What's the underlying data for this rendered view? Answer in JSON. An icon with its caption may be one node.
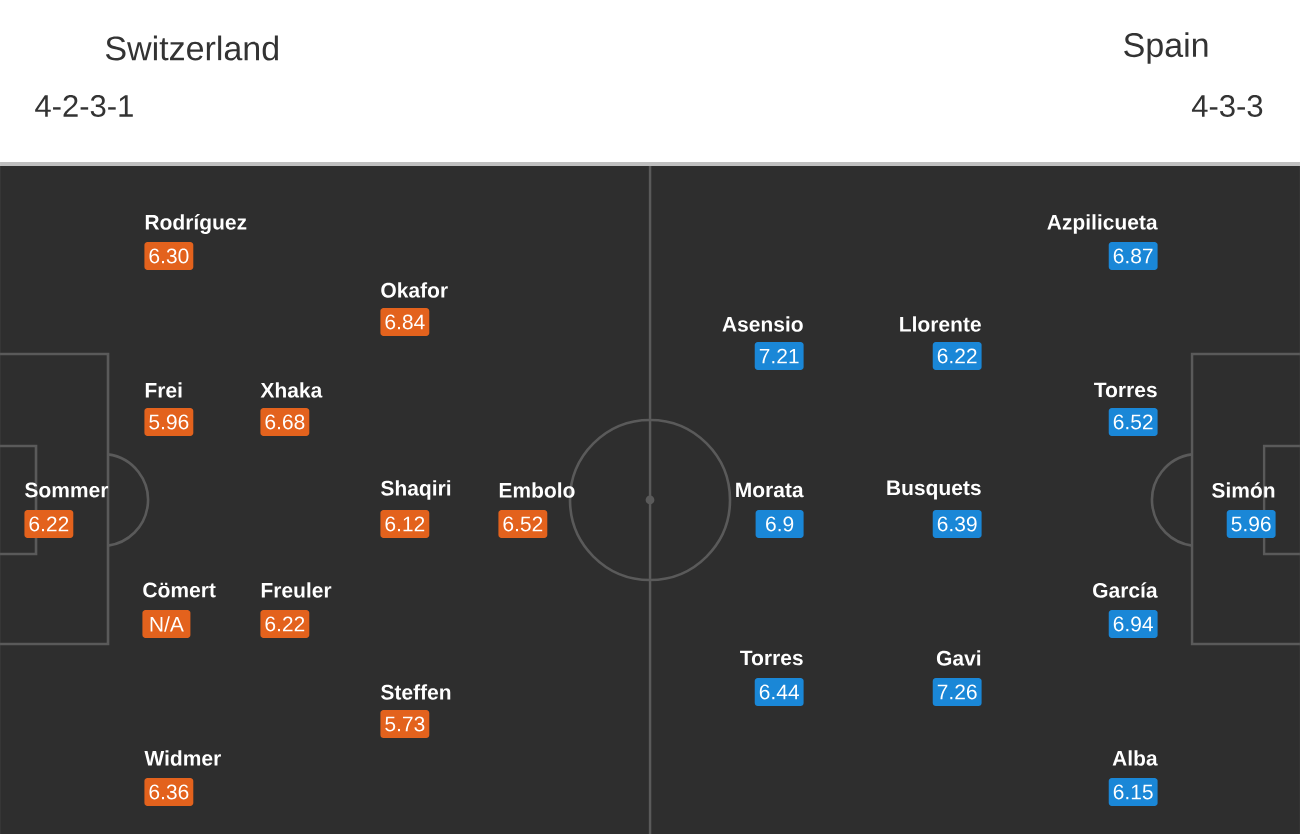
{
  "diagram": {
    "nodes": [
      {
        "text": [
          "Rodríguez",
          "6.30"
        ]
      },
      {
        "text": [
          "Okafor",
          "6.84"
        ]
      },
      {
        "text": [
          "Frei",
          "5.96"
        ]
      },
      {
        "text": [
          "Xhaka",
          "6.68"
        ]
      },
      {
        "text": [
          "Sommer",
          "6.22"
        ]
      },
      {
        "text": [
          "Shaqiri",
          "6.12"
        ]
      },
      {
        "text": [
          "Embolo",
          "6.52"
        ]
      },
      {
        "text": [
          "Cömert",
          "N/A"
        ]
      },
      {
        "text": [
          "Freuler",
          "6.22"
        ]
      },
      {
        "text": [
          "Steffen",
          "5.73"
        ]
      },
      {
        "text": [
          "Widmer",
          "6.36"
        ]
      },
      {
        "text": [
          "Azpilicueta",
          "6.87"
        ]
      },
      {
        "text": [
          "Asensio",
          "7.21"
        ]
      },
      {
        "text": [
          "Llorente",
          "6.22"
        ]
      },
      {
        "text": [
          "Torres",
          "6.52"
        ]
      },
      {
        "text": [
          "Morata",
          "6.9"
        ]
      },
      {
        "text": [
          "Busquets",
          "6.39"
        ]
      },
      {
        "text": [
          "Simón",
          "5.96"
        ]
      },
      {
        "text": [
          "García",
          "6.94"
        ]
      },
      {
        "text": [
          "Torres",
          "6.44"
        ]
      },
      {
        "text": [
          "Gavi",
          "7.26"
        ]
      },
      {
        "text": [
          "Alba",
          "6.15"
        ]
      }
    ],
    "labels": [
      "Switzerland",
      "4-2-3-1",
      "Spain",
      "4-3-3"
    ]
  }
}
